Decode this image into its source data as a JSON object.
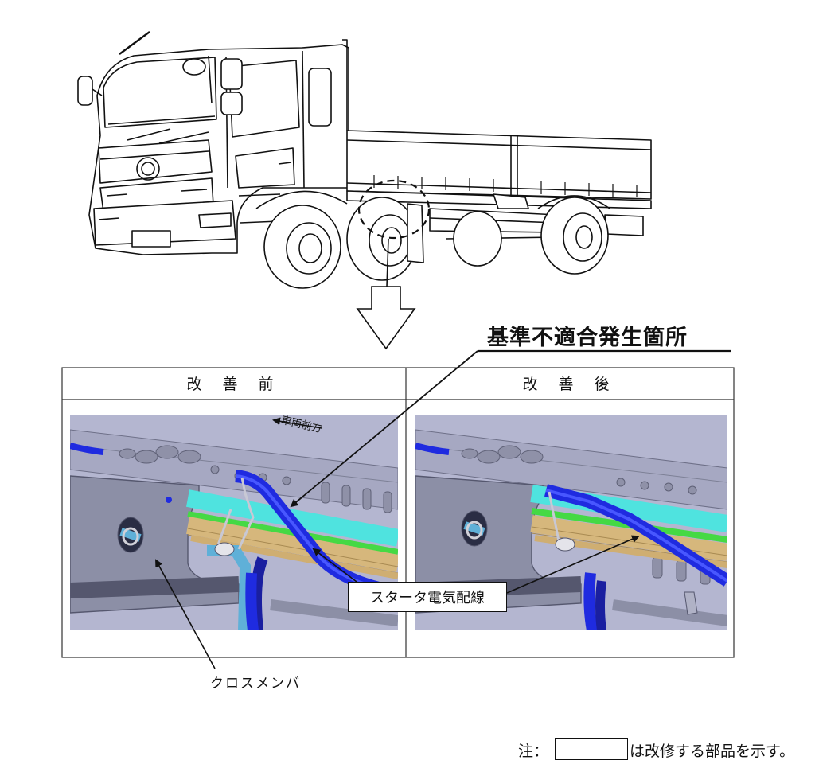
{
  "heading": "基準不適合発生箇所",
  "panels": {
    "before": "改 善 前",
    "after": "改 善 後"
  },
  "labels": {
    "vehicle_front": "車両前方",
    "starter_wiring": "スタータ電気配線",
    "cross_member": "クロスメンバ"
  },
  "note": {
    "prefix": "注：",
    "suffix": "は改修する部品を示す。"
  },
  "colors": {
    "background_panel": "#b4b6d0",
    "frame_steel": "#8c8fa6",
    "starter_wire": "#1f2be0",
    "cyan_pipe": "#4fe3df",
    "green_pipe": "#45d944",
    "harness_tan": "#d6b77c",
    "light_blue_pipe": "#5fb0d8"
  }
}
